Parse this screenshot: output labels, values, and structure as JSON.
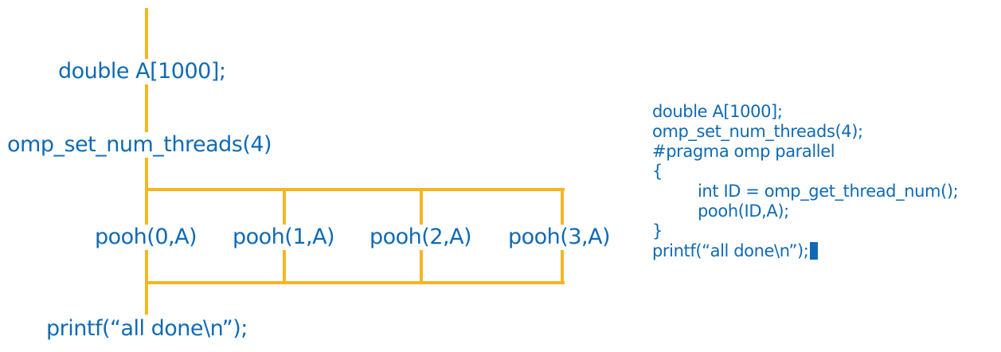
{
  "diagram": {
    "declaration": "double A[1000];",
    "set_threads": "omp_set_num_threads(4)",
    "calls": [
      "pooh(0,A)",
      "pooh(1,A)",
      "pooh(2,A)",
      "pooh(3,A)"
    ],
    "final": "printf(“all done\\n”);",
    "line_color": "#f5b623",
    "text_color": "#0f6ab5"
  },
  "code": {
    "lines": [
      "double A[1000];",
      "omp_set_num_threads(4);",
      "#pragma omp parallel",
      "{",
      "int ID = omp_get_thread_num();",
      "pooh(ID,A);",
      "}",
      "printf(“all done\\n”);"
    ]
  }
}
